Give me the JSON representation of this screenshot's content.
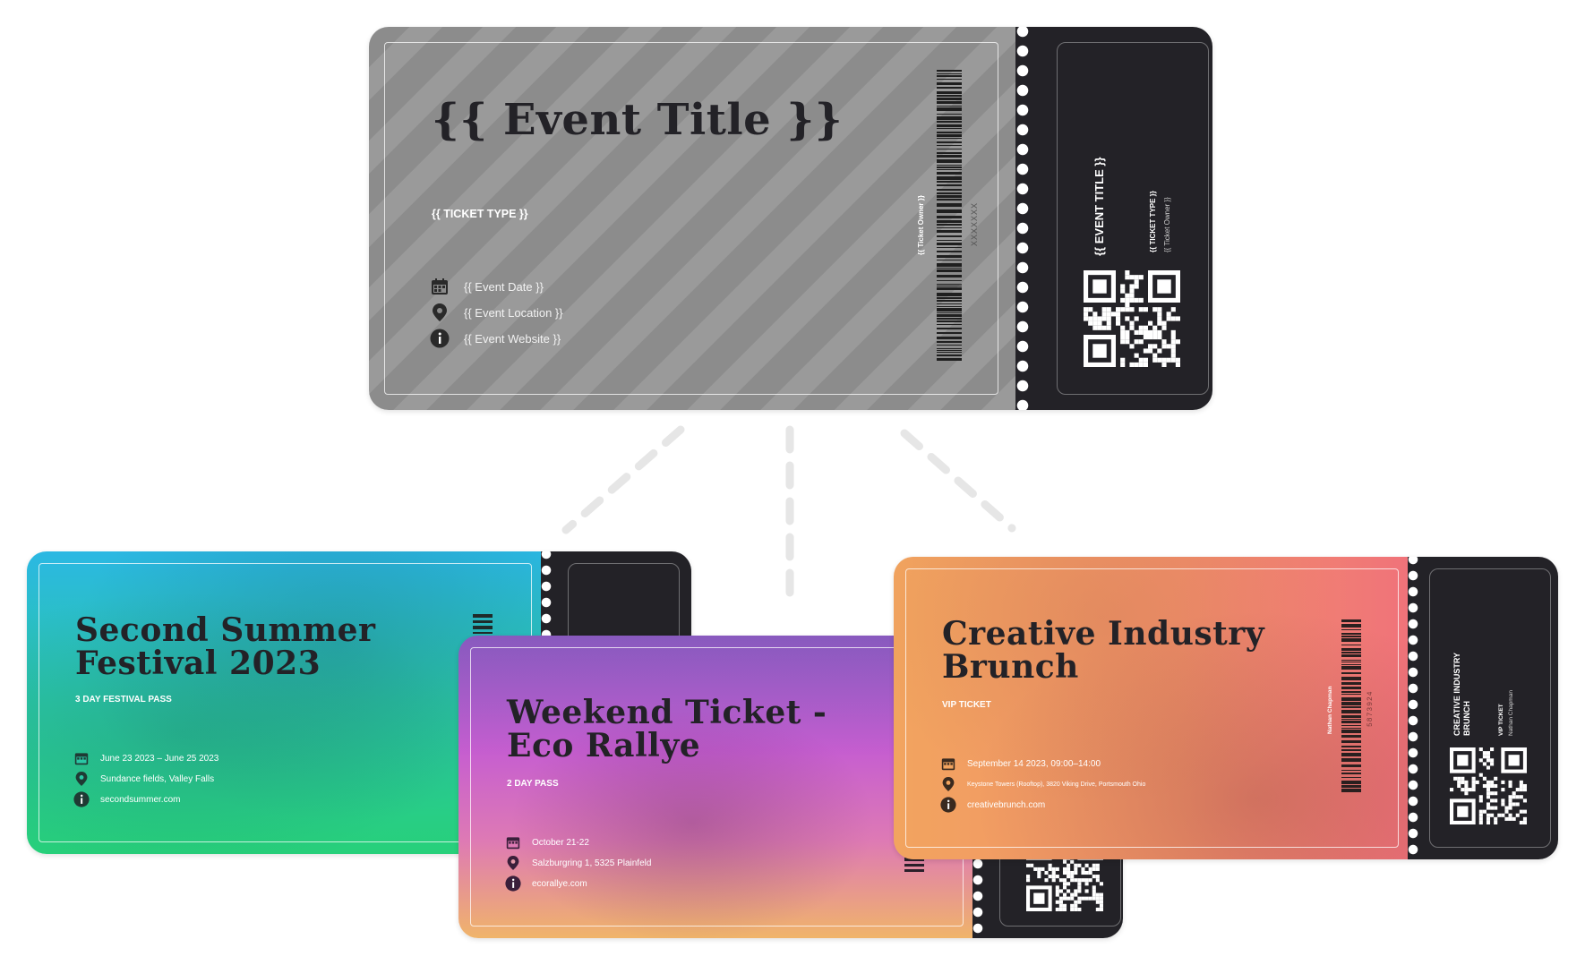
{
  "connectors_color": "#e6e6e6",
  "template": {
    "title": "{{ Event Title }}",
    "ticket_type": "{{ TICKET TYPE }}",
    "date": "{{ Event Date }}",
    "location": "{{ Event Location }}",
    "website": "{{ Event Website }}",
    "barcode_owner": "{{ Ticket Owner }}",
    "barcode_number": "XXXXXXX",
    "stub_title": "{{ EVENT TITLE }}",
    "stub_type": "{{ TICKET TYPE }}",
    "stub_owner": "{{ Ticket Owner }}",
    "colors": {
      "main": "#8c8c8c",
      "stripe": "#9a9a9a",
      "stub": "#232227"
    }
  },
  "festival": {
    "title_line1": "Second Summer",
    "title_line2": "Festival 2023",
    "ticket_type": "3 DAY FESTIVAL PASS",
    "date": "June 23 2023 – June 25 2023",
    "location": "Sundance fields, Valley Falls",
    "website": "secondsummer.com",
    "colors": {
      "from": "#2bb8e3",
      "to": "#27d07a"
    }
  },
  "rallye": {
    "title_line1": "Weekend Ticket -",
    "title_line2": "Eco Rallye",
    "ticket_type": "2 DAY PASS",
    "date": "October 21-22",
    "location": "Salzburgring 1, 5325 Plainfeld",
    "website": "ecorallye.com",
    "colors": {
      "top": "#b65ad6",
      "bottom": "#f0b46a"
    }
  },
  "brunch": {
    "title_line1": "Creative Industry",
    "title_line2": "Brunch",
    "ticket_type": "VIP TICKET",
    "date": "September 14 2023, 09:00–14:00",
    "location": "Keystone Towers (Rooftop), 3820 Viking Drive, Portsmouth Ohio",
    "website": "creativebrunch.com",
    "barcode_owner": "Nathan Chapman",
    "barcode_number": "5873924",
    "stub_title_line1": "CREATIVE INDUSTRY",
    "stub_title_line2": "BRUNCH",
    "stub_type": "VIP TICKET",
    "stub_owner": "Nathan Chapman",
    "colors": {
      "from": "#f2a45f",
      "to": "#f0727a"
    }
  }
}
